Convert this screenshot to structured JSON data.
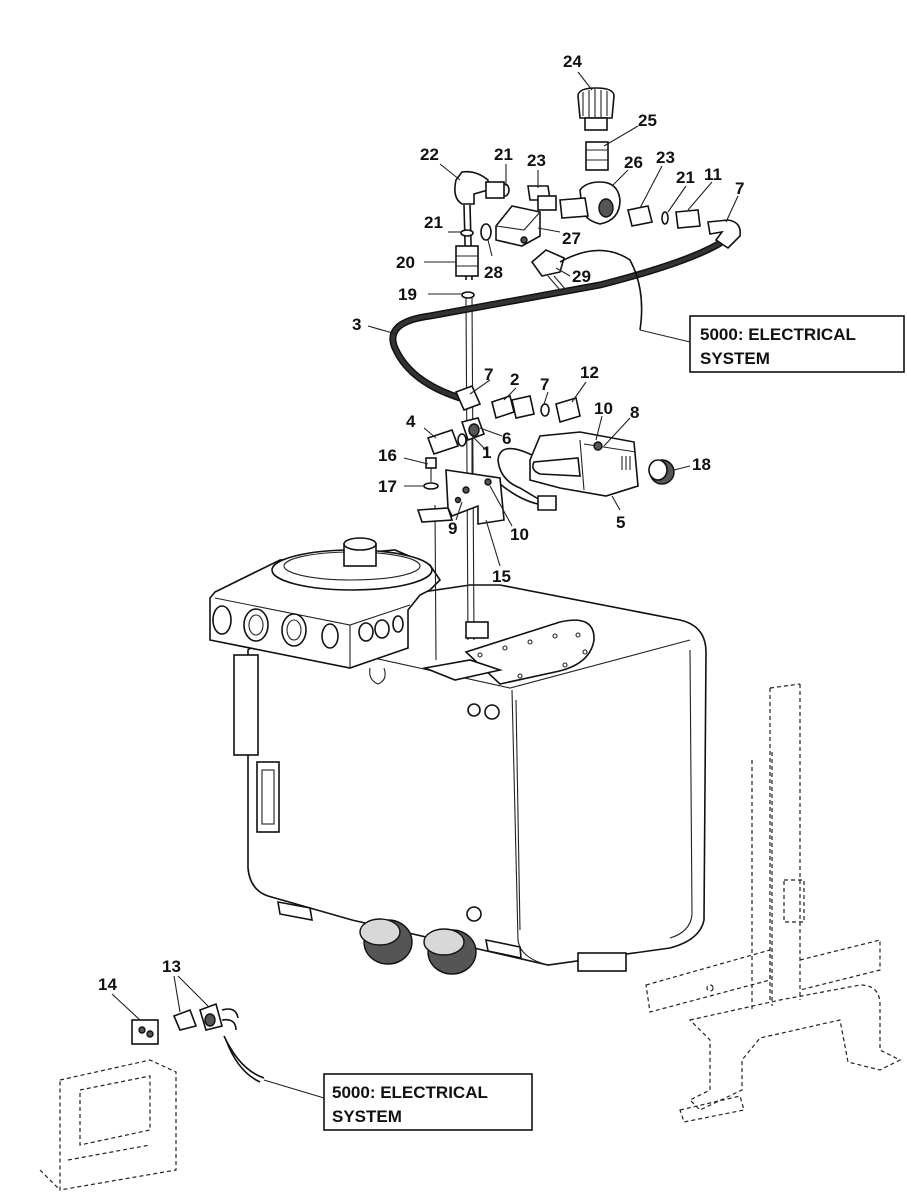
{
  "callouts": {
    "c1": "1",
    "c2": "2",
    "c3": "3",
    "c4": "4",
    "c5": "5",
    "c6": "6",
    "c7a": "7",
    "c7b": "7",
    "c7c": "7",
    "c8": "8",
    "c9": "9",
    "c10a": "10",
    "c10b": "10",
    "c11": "11",
    "c12": "12",
    "c13": "13",
    "c14": "14",
    "c15": "15",
    "c16": "16",
    "c17": "17",
    "c18": "18",
    "c19": "19",
    "c20": "20",
    "c21a": "21",
    "c21b": "21",
    "c21c": "21",
    "c22": "22",
    "c23a": "23",
    "c23b": "23",
    "c24": "24",
    "c25": "25",
    "c26": "26",
    "c27": "27",
    "c28": "28",
    "c29": "29"
  },
  "references": {
    "upper_line1": "5000: ELECTRICAL",
    "upper_line2": "SYSTEM",
    "lower_line1": "5000: ELECTRICAL",
    "lower_line2": "SYSTEM"
  }
}
